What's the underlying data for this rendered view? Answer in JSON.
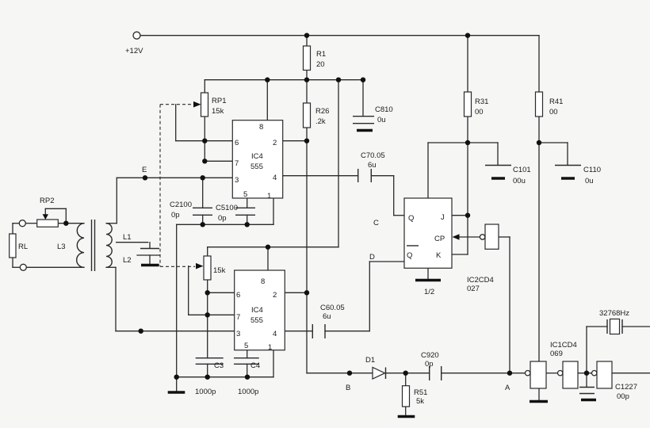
{
  "power_label": "+12V",
  "components": {
    "r1": {
      "ref": "R1",
      "value": "20"
    },
    "r26": {
      "ref": "R26",
      "value": ".2k"
    },
    "r31": {
      "ref": "R31",
      "value": "00"
    },
    "r41": {
      "ref": "R41",
      "value": "00"
    },
    "r5": {
      "ref": "R51",
      "value": "5k"
    },
    "rp1": {
      "ref": "RP1",
      "value": "15k"
    },
    "rp2": {
      "ref": "RP2"
    },
    "pot2": {
      "value": "15k"
    },
    "rl": {
      "ref": "RL"
    },
    "l1": {
      "ref": "L1"
    },
    "l2": {
      "ref": "L2"
    },
    "l3": {
      "ref": "L3"
    },
    "c2": {
      "ref": "C2100",
      "value": "0p"
    },
    "c5": {
      "ref": "C5100",
      "value": "0p"
    },
    "c3": {
      "ref": "C3",
      "value": "1000p"
    },
    "c4": {
      "ref": "C4",
      "value": "1000p"
    },
    "c6": {
      "ref": "C60.05",
      "value": "6u"
    },
    "c7": {
      "ref": "C70.05",
      "value": "6u"
    },
    "c8": {
      "ref": "C810",
      "value": "0u"
    },
    "c9": {
      "ref": "C920",
      "value": "0p"
    },
    "c101": {
      "ref": "C101",
      "value": "00u"
    },
    "c110": {
      "ref": "C110",
      "value": "0u"
    },
    "c12": {
      "ref": "C1227",
      "value": "00p"
    },
    "d1": {
      "ref": "D1"
    },
    "xtal": {
      "ref": "32768Hz"
    },
    "ic555": {
      "ref": "IC4",
      "value": "555"
    },
    "ic2": {
      "ref": "IC2CD4",
      "value": "027",
      "half": "1/2"
    },
    "ic1": {
      "ref": "IC1CD4",
      "value": "069"
    }
  },
  "pins_555": [
    "8",
    "6",
    "7",
    "3",
    "2",
    "4",
    "5",
    "1"
  ],
  "ff_pins": {
    "q": "Q",
    "qbar": "Q",
    "j": "J",
    "k": "K",
    "cp": "CP"
  },
  "nodes": {
    "a": "A",
    "b": "B",
    "c": "C",
    "d": "D",
    "e": "E"
  }
}
